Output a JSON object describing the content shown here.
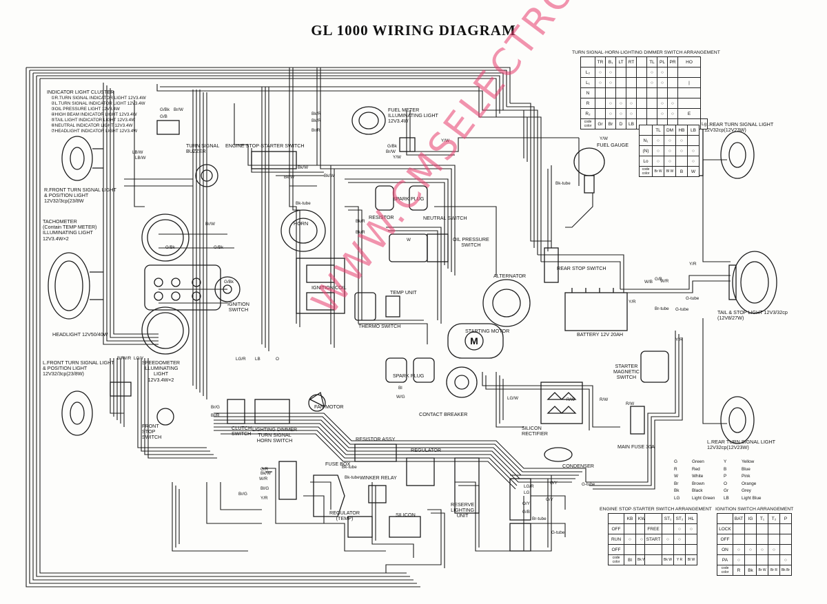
{
  "title": "GL 1000 WIRING DIAGRAM",
  "watermark": "WWW.CMSELECTRONICA.COM.AR",
  "indicator_cluster": {
    "heading": "INDICATOR LIGHT CLUSTER",
    "items": [
      "①R.TURN SIGNAL INDICATOR LIGHT 12V3.4W",
      "②L.TURN SIGNAL INDICATOR LIGHT 12V3.4W",
      "③OIL PRESSURE LIGHT 12V3.4W",
      "④HIGH BEAM INDICATOR LIGHT 12V3.4W",
      "⑤TAIL LIGHT INDICATOR LIGHT 12V3.4W",
      "⑥NEUTRAL INDICATOR LIGHT 12V3.4W",
      "⑦HEADLIGHT INDICATOR LIGHT 12V3.4W"
    ]
  },
  "components": {
    "r_front_turn": "R.FRONT TURN SIGNAL LIGHT\n& POSITION LIGHT\n12V32/3cp(23/8W",
    "tachometer": "TACHOMETER\n(Contain TEMP METER)\nILLUMINATING LIGHT\n12V3.4W×2",
    "headlight": "HEADLIGHT 12V50/40W",
    "l_front_turn": "L.FRONT TURN SIGNAL LIGHT\n& POSITION LIGHT\n12V32/3cp(23/8W)",
    "speedometer": "SPEEDOMETER\nILLUMINATING\nLIGHT\n12V3.4W×2",
    "front_stop": "FRONT\nSTOP\nSWITCH",
    "turn_buzzer": "TURN SIGNAL\nBUZZER",
    "engine_stop": "ENGINE STOP·STARTER SWITCH",
    "fuel_meter": "FUEL METER\nILLUMINATING LIGHT\n12V3.4W",
    "fuel_gauge": "FUEL GAUGE",
    "horn": "HORN",
    "spark_plug_1": "SPARK PLUG",
    "resistor": "RESISTOR",
    "neutral_switch": "NEUTRAL SWITCH",
    "oil_pressure": "OIL PRESSURE\nSWITCH",
    "ignition_coil": "IGNITION COIL",
    "ignition_switch": "IGNITION\nSWITCH",
    "thermo_switch": "THERMO SWITCH",
    "temp_unit": "TEMP UNIT",
    "alternator": "ALTERNATOR",
    "rear_stop": "REAR STOP SWITCH",
    "starting_motor": "STARTING MOTOR",
    "battery": "BATTERY 12V 20AH",
    "r_rear_turn": "R.REAR TURN SIGNAL LIGHT\n12V32cp(12V23W)",
    "tail_stop": "TAIL & STOP LIGHT 12V3/32cp\n(12V8/27W)",
    "starter_magnetic": "STARTER\nMAGNETIC\nSWITCH",
    "spark_plug_2": "SPARK PLUG",
    "fan_motor": "FAN MOTOR",
    "contact_breaker": "CONTACT BREAKER",
    "silicon_rectifier": "SILICON\nRECTIFIER",
    "main_fuse": "MAIN FUSE 30A",
    "l_rear_turn": "L.REAR TURN SIGNAL LIGHT\n12V32cp(12V23W)",
    "condenser": "CONDENSER",
    "clutch_switch": "CLUTCH\nSWITCH",
    "lighting_dimmer": "LIGHTING DIMMER\nTURN SIGNAL\nHORN SWITCH",
    "resistor_assy": "RESISTOR ASSY",
    "regulator": "REGULATOR",
    "fuse_box": "FUSE BOX",
    "winker_relay": "WINKER RELAY",
    "regulator_temp": "REGULATOR\n(TEMP)",
    "silicon": "SILICON",
    "reserve_lighting": "RESERVE\nLIGHTING\nUNIT"
  },
  "turn_signal_table": {
    "title": "TURN SIGNAL·HORN·LIGHTING DIMMER SWITCH ARRANGEMENT",
    "top_headers": [
      "",
      "TR",
      "B₁",
      "LT",
      "RT",
      "",
      "TL",
      "PL",
      "PR",
      "HO"
    ],
    "rows": [
      "L₂",
      "L₁",
      "N",
      "R",
      "R₂"
    ],
    "code_label": "code\ncolor",
    "code_colors": [
      "Gr",
      "Br",
      "D",
      "LB",
      "",
      "",
      "",
      "",
      "",
      "Lg"
    ],
    "bottom_headers": [
      "",
      "TL",
      "DM",
      "HB",
      "LB"
    ],
    "bottom_rows": [
      "N₁",
      "(N)",
      "Lo"
    ],
    "bottom_codes": [
      "Br\nW",
      "Bl\nW",
      "B",
      "W"
    ]
  },
  "engine_stop_table": {
    "title": "ENGINE STOP·STARTER SWITCH ARRANGEMENT",
    "headers": [
      "",
      "KB",
      "KW"
    ],
    "rows": [
      "OFF",
      "RUN",
      "OFF"
    ],
    "headers2": [
      "",
      "ST₁",
      "ST₂",
      "HL"
    ],
    "rows2": [
      "FREE",
      "START"
    ],
    "code": [
      "code\ncolor",
      "Bl",
      "Bk\nW"
    ],
    "code2": [
      "",
      "Bk\nW",
      "Y\nR",
      "Bl\nW"
    ]
  },
  "ignition_table": {
    "title": "IGNITION SWITCH ARRANGEMENT",
    "headers": [
      "",
      "BAT",
      "IG",
      "T₁",
      "T₂",
      "P"
    ],
    "rows": [
      "LOCK",
      "OFF",
      "ON",
      "PA"
    ],
    "code": [
      "code\ncolor",
      "R",
      "Bk",
      "Br\nW",
      "Br\nR",
      "Bk\nBr"
    ]
  },
  "legend": [
    [
      "G",
      "Green",
      "Y",
      "Yellow"
    ],
    [
      "R",
      "Red",
      "B",
      "Blue"
    ],
    [
      "W",
      "White",
      "P",
      "Pink"
    ],
    [
      "Br",
      "Brown",
      "O",
      "Orange"
    ],
    [
      "Bk",
      "Black",
      "Gr",
      "Grey"
    ],
    [
      "LG",
      "Light Green",
      "LB",
      "Light Blue"
    ]
  ],
  "wire_labels": [
    "G/Bk",
    "Br/W",
    "G/B",
    "Bk/R",
    "Bk/R",
    "LB/W",
    "LB/W",
    "Br/R",
    "Br/W",
    "G/Bk",
    "G/Bk",
    "G/Bk",
    "Bk/W",
    "Bk/W",
    "Bk/W",
    "Bk-tube",
    "Bk-tube",
    "Y/W",
    "Y/W",
    "G/Bk",
    "Br/W",
    "Y/W",
    "Bk/R",
    "Bk/R",
    "B/R",
    "W/R",
    "LG/Y",
    "LG/R",
    "LB",
    "O",
    "Br/G",
    "Br/R",
    "W",
    "Bl",
    "W/G",
    "G/B",
    "W/B",
    "Y/R",
    "W/R",
    "G-tube",
    "G/Y",
    "Bk/W",
    "Bl/G",
    "G/Y",
    "G-tube",
    "Br-tube",
    "G-tube",
    "Y/R",
    "R/W",
    "R/W",
    "R/W",
    "LG/W",
    "LG/R",
    "LG",
    "O/Y",
    "G/B",
    "G/R",
    "W/R",
    "Bk-tube",
    "Bk-tube",
    "G-tube",
    "Br-tube",
    "Y/R",
    "Br/G",
    "Y/R"
  ]
}
